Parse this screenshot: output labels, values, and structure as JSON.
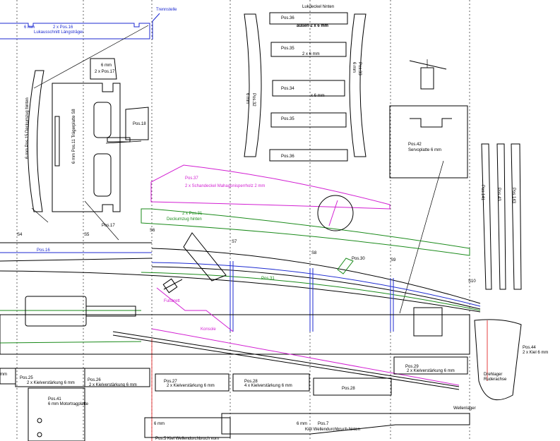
{
  "labels": {
    "lukendeckel": "Lukdeckel hinten",
    "trennstelle": "Trennstelle",
    "lukaus_mm": "6 mm",
    "lukaus_pos": "2 x Pos.16",
    "lukaus_name": "Lukausschnitt Längsträger",
    "p17_mm": "6 mm",
    "p17_pos": "2 x Pos.17",
    "p17_b": "Pos.17",
    "p18": "Pos.18",
    "p15": "6 mm  Pos.15 Deckumzug hinten",
    "p11": "6 mm  Pos.11 Trägerplatte S8",
    "p36a": "Pos.36",
    "p36b": "Pos.36",
    "p35a": "Pos.35",
    "p35b": "Pos.35",
    "p34": "Pos.34",
    "aussen": "außen 2 x 6 mm",
    "mid_2x6": "2 x 6 mm",
    "mid_x6": "x 6 mm",
    "p32": "Pos.32",
    "mm6_l": "6 mm",
    "p33": "Pos.33",
    "mm6_r": "6 mm",
    "p42": "Pos.42",
    "servo": "Servoplatte 6 mm",
    "p37": "Pos.37",
    "p37_desc": "2 x Schandeckel Mahagonisperrholz 2 mm",
    "p31": "2 x Pos.31",
    "p31_desc": "Deckumzug hinten",
    "p31_b": "Pos.31",
    "p16": "Pos.16",
    "p30": "Pos.30",
    "p141": "Pos.141",
    "p43": "Pos.43",
    "p143": "Pos.143",
    "s4": "S4",
    "s5": "S5",
    "s6": "S6",
    "s7": "S7",
    "s8": "S8",
    "s9": "S9",
    "s10": "S10",
    "fussbrett": "Fußbrett",
    "konsole": "Konsole",
    "mm_edge": "mm",
    "p25": "Pos.25",
    "p25_desc": "2 x Kielverstärkung 6 mm",
    "p26": "Pos.26",
    "p26_desc": "2 x Kielverstärkung 6 mm",
    "p27": "Pos.27",
    "p27_desc": "2 x Kielverstärkung 6 mm",
    "p28a": "Pos.28",
    "p28a_desc": "4 x Kielverstärkung 6 mm",
    "p28b": "Pos.28",
    "p29": "Pos.29",
    "p29_desc": "2 x Kielverstärkung 6 mm",
    "p41": "Pos.41",
    "p41_desc": "6 mm  Motortragplatte",
    "p44": "Pos.44",
    "p44_desc": "2 x Kiel 6 mm",
    "drehlager1": "Drehlager",
    "drehlager2": "Ruderachse",
    "wellenlager": "Wellenlager",
    "p5_mm": "6 mm",
    "p5": "Pos.5  Kiel  Wellendurchbruch vorn",
    "p7_mm": "6 mm",
    "p7_pos": "Pos.7",
    "p7_desc": "Kiel Wellendurchbruch hinten"
  }
}
